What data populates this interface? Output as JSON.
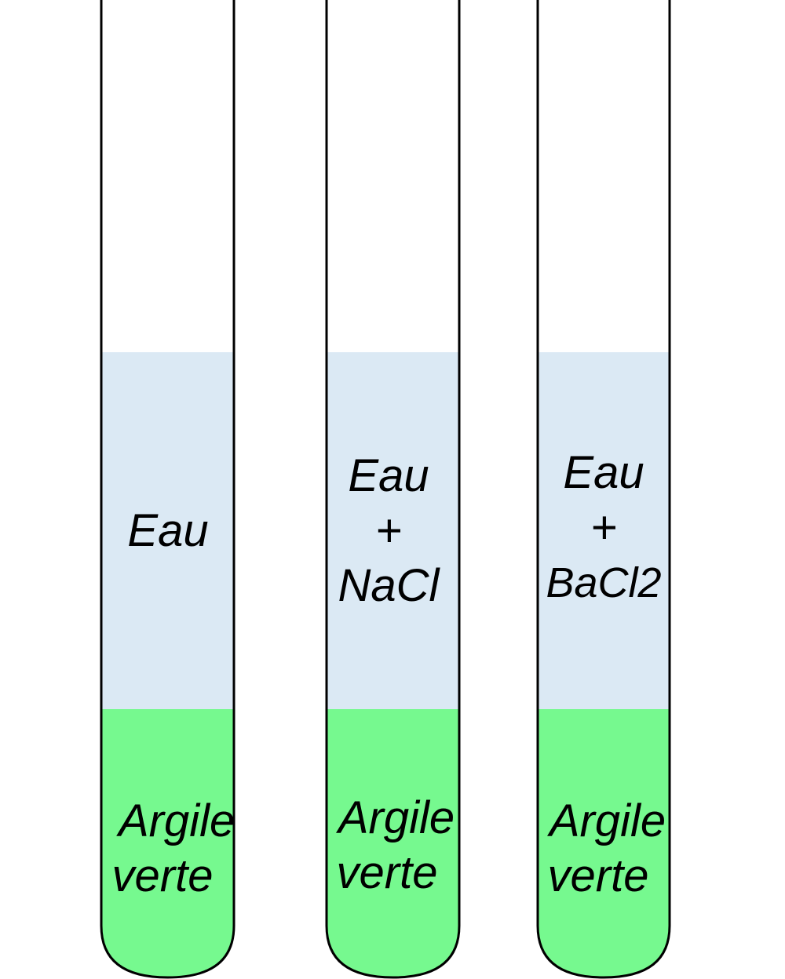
{
  "colors": {
    "water": "#dbe9f4",
    "clay": "#76f98f",
    "outline": "#000000",
    "background": "#ffffff"
  },
  "tubes": [
    {
      "water_lines": [
        "Eau"
      ],
      "clay_lines": [
        "Argile",
        "verte"
      ]
    },
    {
      "water_lines": [
        "Eau",
        "+",
        "NaCl"
      ],
      "clay_lines": [
        "Argile",
        "verte"
      ]
    },
    {
      "water_lines": [
        "Eau",
        "+",
        "BaCl2"
      ],
      "clay_lines": [
        "Argile",
        "verte"
      ]
    }
  ]
}
